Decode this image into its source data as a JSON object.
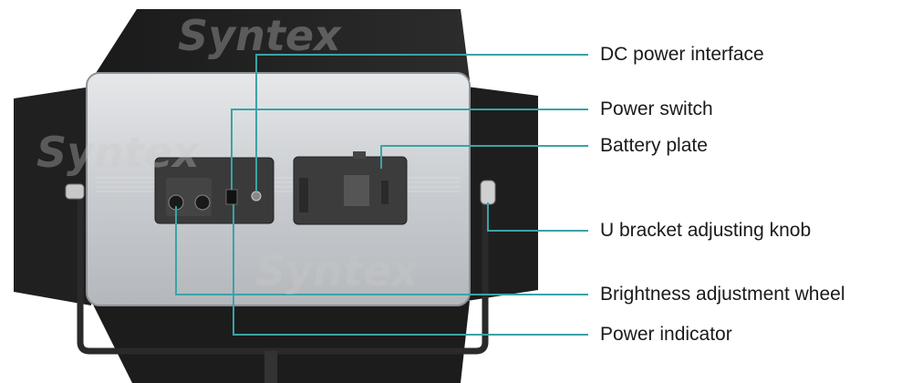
{
  "watermark": "Syntex",
  "accent_color": "#3aa3a6",
  "callouts": [
    {
      "label": "DC power interface"
    },
    {
      "label": "Power switch"
    },
    {
      "label": "Battery plate"
    },
    {
      "label": "U bracket adjusting knob"
    },
    {
      "label": "Brightness adjustment wheel"
    },
    {
      "label": "Power indicator"
    }
  ]
}
